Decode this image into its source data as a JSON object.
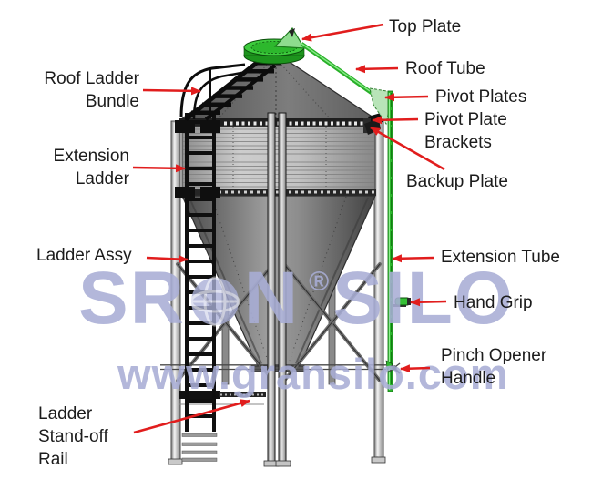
{
  "diagram_type": "silo-parts-callout-diagram",
  "labels": {
    "roof_ladder_bundle": "Roof Ladder\nBundle",
    "extension_ladder": "Extension\nLadder",
    "ladder_assy": "Ladder Assy",
    "ladder_standoff_rail": "Ladder\nStand-off\nRail",
    "top_plate": "Top Plate",
    "roof_tube": "Roof Tube",
    "pivot_plates": "Pivot Plates",
    "pivot_plate_brackets": "Pivot Plate\nBrackets",
    "backup_plate": "Backup Plate",
    "extension_tube": "Extension Tube",
    "hand_grip": "Hand Grip",
    "pinch_opener_handle": "Pinch Opener\nHandle"
  },
  "watermark": {
    "brand_part1": "SR",
    "brand_part2": "N",
    "registered_mark": "®",
    "brand_part3": "SILO",
    "url": "www.gransilo.com"
  },
  "icons": {
    "globe": "globe-icon"
  },
  "colors": {
    "arrow_red": "#e11d1d",
    "part_green": "#2db82d",
    "part_green_light": "#a8e2a8",
    "watermark_purple": "#a9aed6",
    "label_text": "#1c1c1c",
    "silo_gray": "#b5b5b5"
  }
}
